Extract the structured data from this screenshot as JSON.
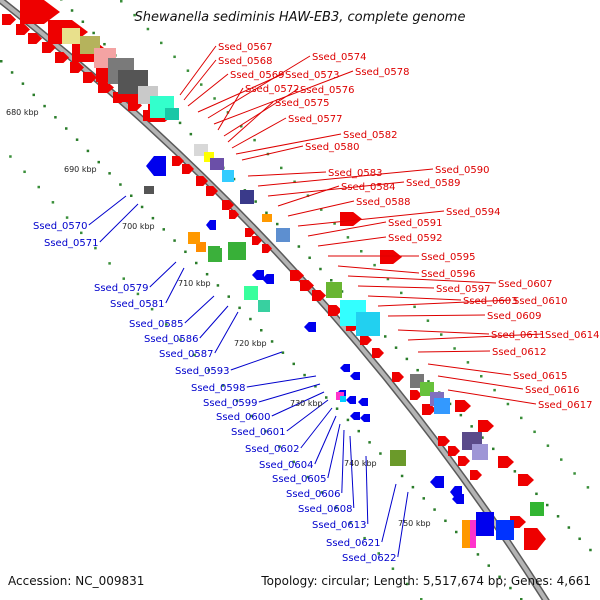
{
  "title": "Shewanella sediminis HAW-EB3, complete genome",
  "accession": "Accession: NC_009831",
  "topology": "Topology: circular; Length: 5,517,674 bp; Genes: 4,661",
  "colors": {
    "forward_label": "#dd0000",
    "reverse_label": "#0000cc",
    "backbone": "#9a9a9a",
    "tick_mark": "#1e8a1e"
  },
  "scale_labels": [
    "680 kbp",
    "690 kbp",
    "700 kbp",
    "710 kbp",
    "720 kbp",
    "730 kbp",
    "740 kbp",
    "750 kbp"
  ],
  "forward_gene_labels": [
    "Ssed_0567",
    "Ssed_0568",
    "Ssed_0569",
    "Ssed_0573",
    "Ssed_0574",
    "Ssed_0578",
    "Ssed_0572",
    "Ssed_0576",
    "Ssed_0575",
    "Ssed_0577",
    "Ssed_0582",
    "Ssed_0580",
    "Ssed_0583",
    "Ssed_0590",
    "Ssed_0589",
    "Ssed_0584",
    "Ssed_0588",
    "Ssed_0594",
    "Ssed_0591",
    "Ssed_0592",
    "Ssed_0595",
    "Ssed_0596",
    "Ssed_0607",
    "Ssed_0597",
    "Ssed_0603",
    "Ssed_0610",
    "Ssed_0609",
    "Ssed_0611",
    "Ssed_0614",
    "Ssed_0612",
    "Ssed_0615",
    "Ssed_0616",
    "Ssed_0617"
  ],
  "reverse_gene_labels": [
    "Ssed_0570",
    "Ssed_0571",
    "Ssed_0579",
    "Ssed_0581",
    "Ssed_0585",
    "Ssed_0586",
    "Ssed_0587",
    "Ssed_0593",
    "Ssed_0598",
    "Ssed_0599",
    "Ssed_0600",
    "Ssed_0601",
    "Ssed_0602",
    "Ssed_0604",
    "Ssed_0605",
    "Ssed_0606",
    "Ssed_0608",
    "Ssed_0613",
    "Ssed_0621",
    "Ssed_0622"
  ]
}
